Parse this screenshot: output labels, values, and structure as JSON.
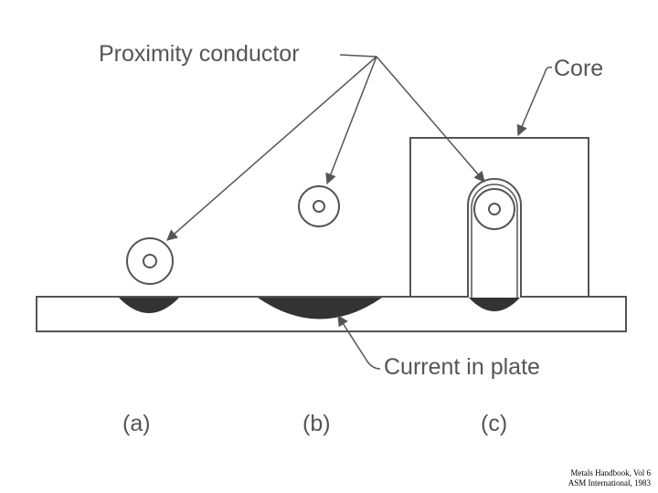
{
  "labels": {
    "proximity_conductor": "Proximity conductor",
    "core": "Core",
    "current_in_plate": "Current in plate",
    "panel_a": "(a)",
    "panel_b": "(b)",
    "panel_c": "(c)"
  },
  "credit": {
    "line1": "Metals Handbook, Vol 6",
    "line2": "ASM International, 1983"
  },
  "colors": {
    "line": "#555555",
    "fill_current": "#333333",
    "text": "#555555",
    "background": "#ffffff"
  }
}
